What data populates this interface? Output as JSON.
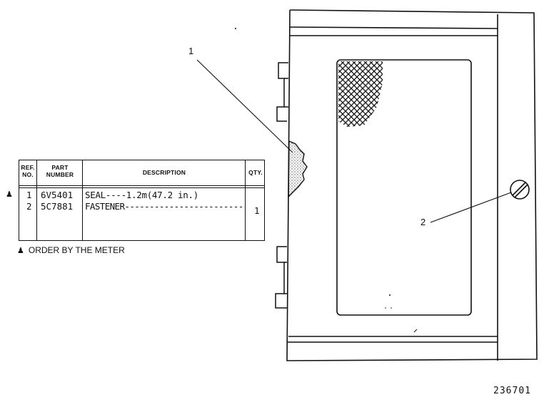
{
  "table": {
    "headers": {
      "ref_no": "REF. NO.",
      "part_number": "PART NUMBER",
      "description": "DESCRIPTION",
      "qty": "QTY."
    },
    "rows": [
      {
        "ref": "1",
        "part_number": "6V5401",
        "description": "SEAL----1.2m(47.2 in.)",
        "qty": ""
      },
      {
        "ref": "2",
        "part_number": "5C7881",
        "description": "FASTENER------------------------",
        "qty": "1"
      }
    ]
  },
  "note": {
    "symbol": "♟",
    "text": "ORDER BY THE METER"
  },
  "callouts": {
    "seal": "1",
    "fastener": "2"
  },
  "drawing_number": "236701"
}
